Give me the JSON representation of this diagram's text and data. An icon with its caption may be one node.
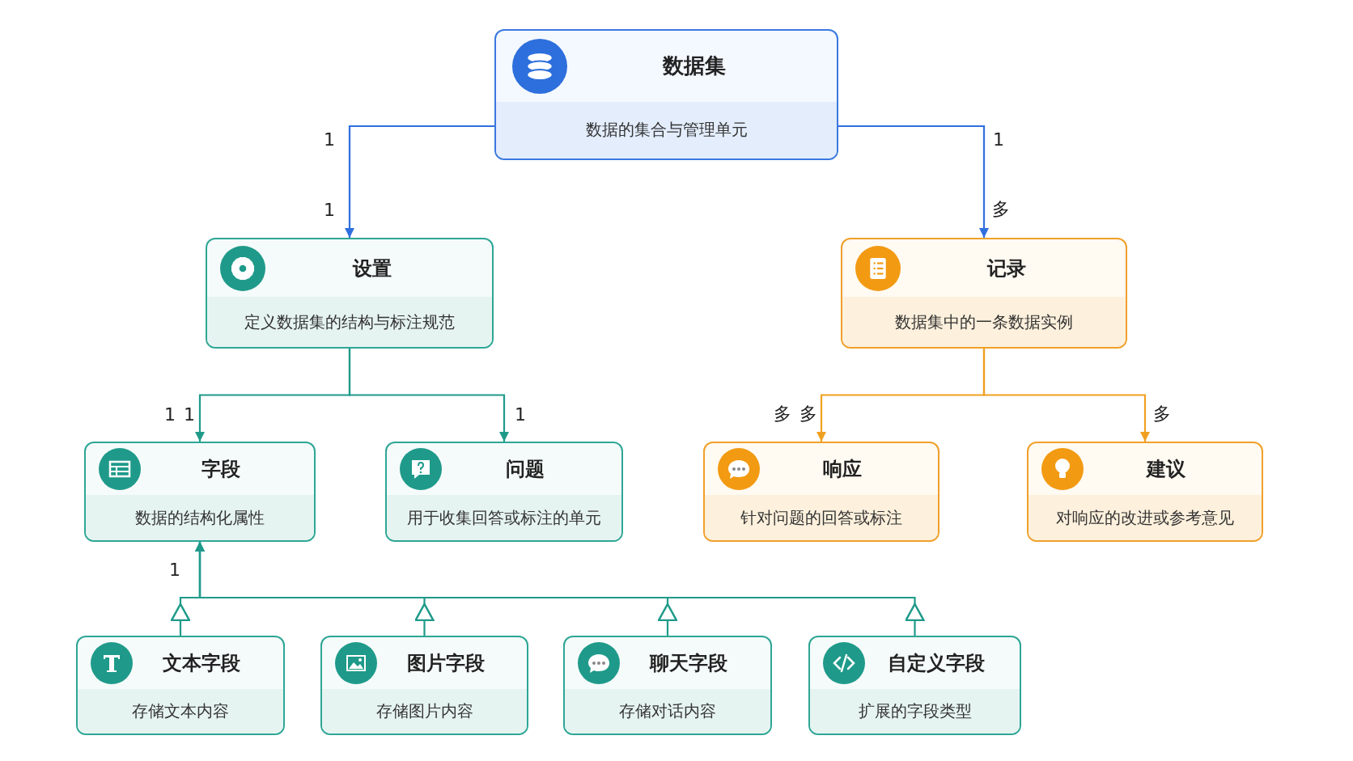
{
  "diagram": {
    "nodes": [
      {
        "text": [
          "数据集",
          "数据的集合与管理单元"
        ]
      },
      {
        "text": [
          "设置",
          "定义数据集的结构与标注规范"
        ]
      },
      {
        "text": [
          "记录",
          "数据集中的一条数据实例"
        ]
      },
      {
        "text": [
          "字段",
          "数据的结构化属性"
        ]
      },
      {
        "text": [
          "问题",
          "用于收集回答或标注的单元"
        ]
      },
      {
        "text": [
          "响应",
          "针对问题的回答或标注"
        ]
      },
      {
        "text": [
          "建议",
          "对响应的改进或参考意见"
        ]
      },
      {
        "text": [
          "文本字段",
          "存储文本内容"
        ]
      },
      {
        "text": [
          "图片字段",
          "存储图片内容"
        ]
      },
      {
        "text": [
          "聊天字段",
          "存储对话内容"
        ]
      },
      {
        "text": [
          "自定义字段",
          "扩展的字段类型"
        ]
      }
    ],
    "edges": [
      {
        "from": 0,
        "to": 1,
        "arrow": "to",
        "color": "#2f6fde"
      },
      {
        "from": 0,
        "to": 2,
        "arrow": "to",
        "color": "#2f6fde"
      },
      {
        "from": 1,
        "to": 3,
        "arrow": "to"
      },
      {
        "from": 1,
        "to": 4,
        "arrow": "to"
      },
      {
        "from": 2,
        "to": 5,
        "arrow": "to",
        "color": "#f0a020"
      },
      {
        "from": 2,
        "to": 6,
        "arrow": "to",
        "color": "#f0a020"
      },
      {
        "from": 7,
        "to": 3,
        "arrow": "to"
      },
      {
        "from": 8,
        "to": 3,
        "arrow": "to"
      },
      {
        "from": 9,
        "to": 3,
        "arrow": "to"
      },
      {
        "from": 10,
        "to": 3,
        "arrow": "to"
      }
    ],
    "labels": [
      "1",
      "1",
      "1",
      "多",
      "1",
      "1",
      "1",
      "多",
      "多",
      "多",
      "1"
    ]
  }
}
